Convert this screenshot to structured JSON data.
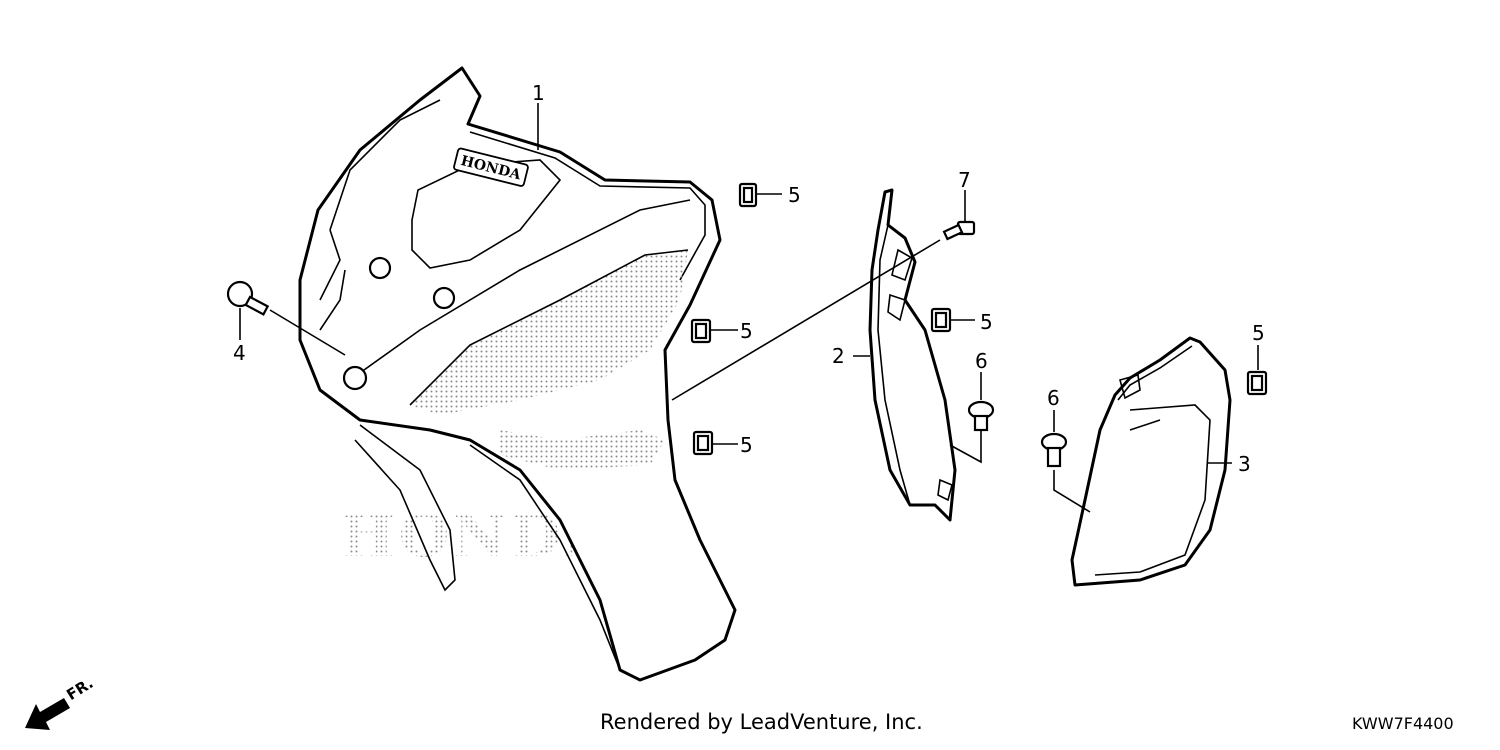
{
  "credit": "Rendered by LeadVenture, Inc.",
  "diagram_code": "KWW7F4400",
  "direction_label": "FR.",
  "watermark": "HONDA",
  "emblem": "HONDA",
  "callouts": {
    "front_cover": "1",
    "right_side_cover": "2",
    "left_side_cover": "3",
    "bolt_4": "4",
    "clip_nut_a": "5",
    "clip_nut_b": "5",
    "clip_nut_c": "5",
    "clip_nut_d": "5",
    "clip_nut_e": "5",
    "trim_clip_a": "6",
    "trim_clip_b": "6",
    "screw_7": "7"
  }
}
